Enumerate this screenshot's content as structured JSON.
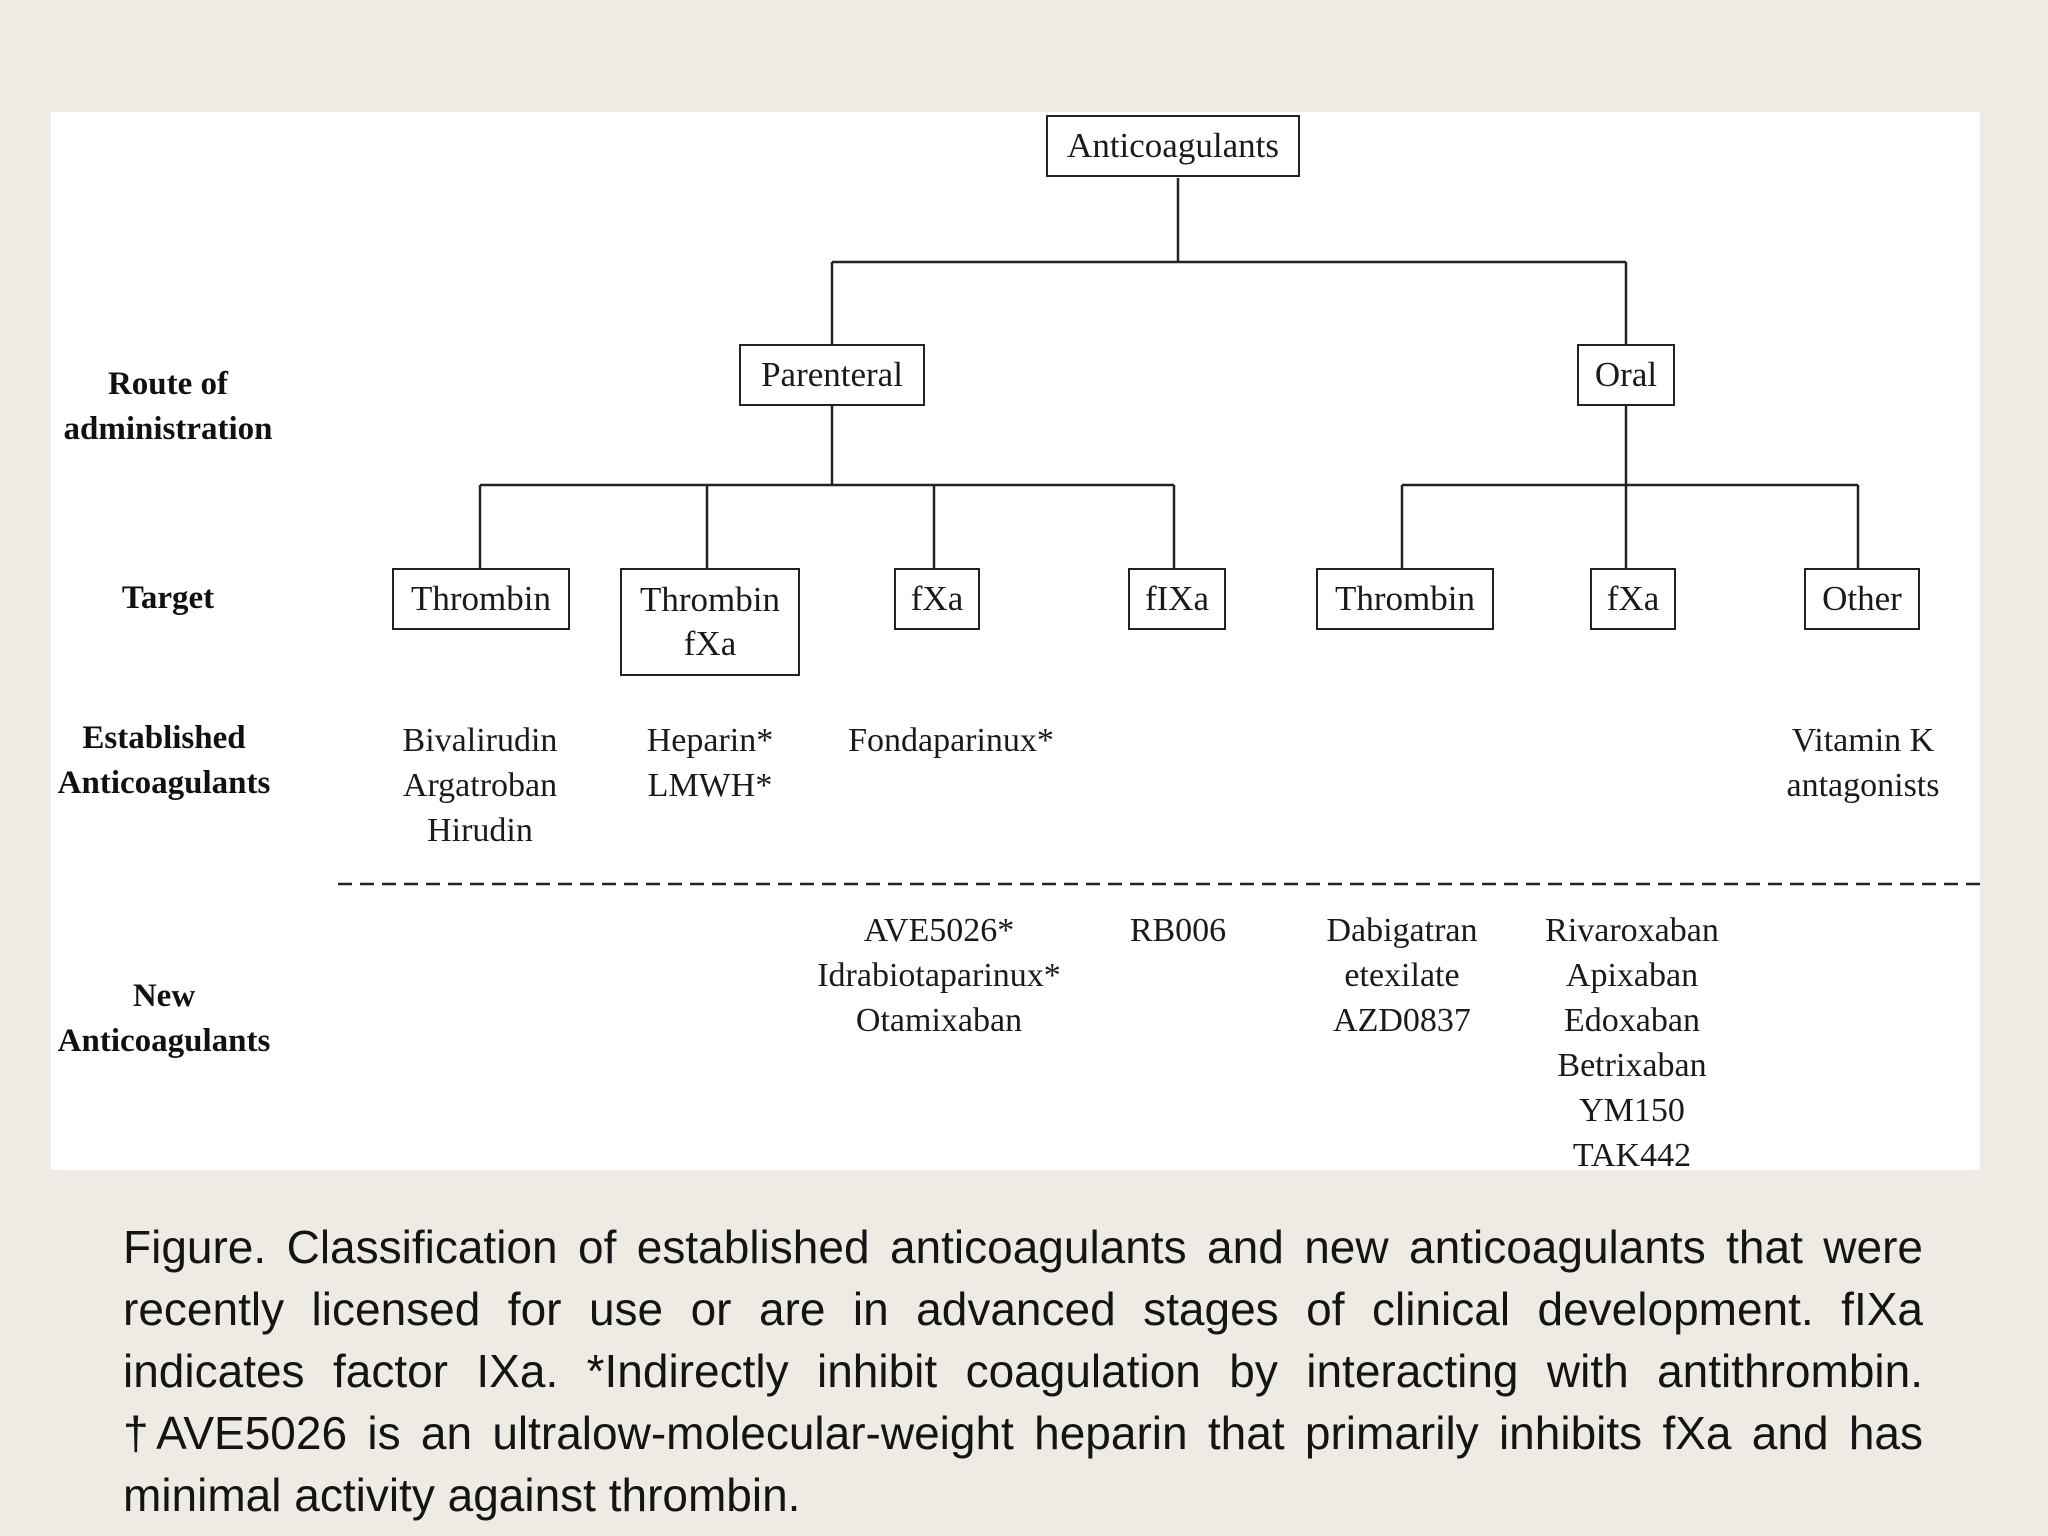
{
  "diagram": {
    "root": "Anticoagulants",
    "routes": {
      "parenteral": "Parenteral",
      "oral": "Oral"
    },
    "row_labels": {
      "route": [
        "Route of",
        "administration"
      ],
      "target": "Target",
      "established": [
        "Established",
        "Anticoagulants"
      ],
      "new": [
        "New",
        "Anticoagulants"
      ]
    },
    "targets": {
      "parenteral": [
        {
          "lines": [
            "Thrombin"
          ]
        },
        {
          "lines": [
            "Thrombin",
            "fXa"
          ]
        },
        {
          "lines": [
            "fXa"
          ]
        },
        {
          "lines": [
            "fIXa"
          ]
        }
      ],
      "oral": [
        {
          "lines": [
            "Thrombin"
          ]
        },
        {
          "lines": [
            "fXa"
          ]
        },
        {
          "lines": [
            "Other"
          ]
        }
      ]
    },
    "established": {
      "parenteral_thrombin": [
        "Bivalirudin",
        "Argatroban",
        "Hirudin"
      ],
      "parenteral_thrombin_fxa": [
        "Heparin*",
        "LMWH*"
      ],
      "parenteral_fxa": [
        "Fondaparinux*"
      ],
      "oral_other": [
        "Vitamin K",
        "antagonists"
      ]
    },
    "new": {
      "parenteral_fxa": [
        "AVE5026*",
        "Idrabiotaparinux*",
        "Otamixaban"
      ],
      "parenteral_fixa": [
        "RB006"
      ],
      "oral_thrombin": [
        "Dabigatran",
        "etexilate",
        "AZD0837"
      ],
      "oral_fxa": [
        "Rivaroxaban",
        "Apixaban",
        "Edoxaban",
        "Betrixaban",
        "YM150",
        "TAK442"
      ]
    }
  },
  "caption": "Figure. Classification of established anticoagulants and new anticoagulants that were recently licensed for use or are in advanced stages of clinical development. fIXa indicates factor IXa. *Indirectly inhibit coagulation by interacting with antithrombin. †AVE5026 is an ultralow-molecular-weight heparin that primarily inhibits fXa and has minimal activity against thrombin."
}
